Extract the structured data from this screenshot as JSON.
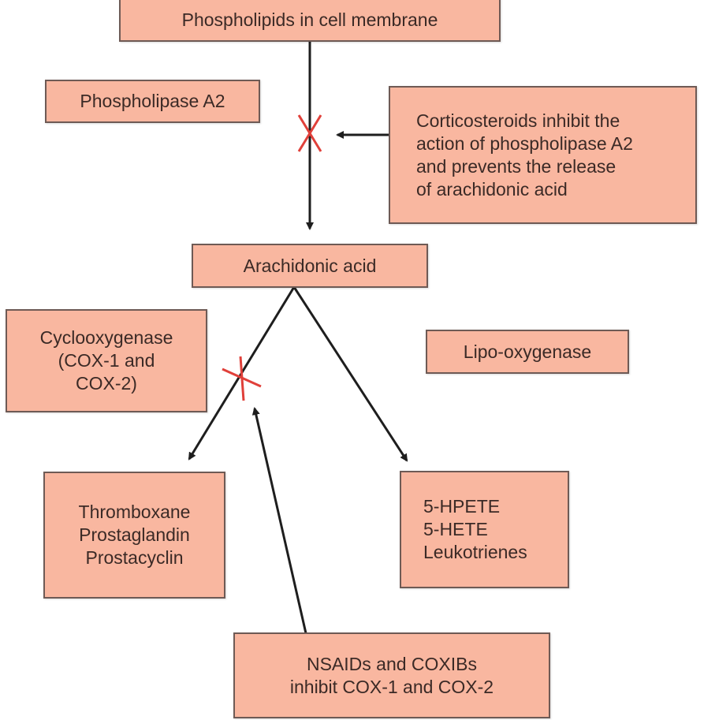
{
  "diagram": {
    "nodes": {
      "phospholipids": {
        "label": "Phospholipids in cell membrane"
      },
      "phospholipase": {
        "label": "Phospholipase A2"
      },
      "corticosteroids": {
        "lines": [
          "Corticosteroids inhibit the",
          "action of phospholipase A2",
          "and prevents the release",
          "of arachidonic acid"
        ]
      },
      "arachidonic": {
        "label": "Arachidonic acid"
      },
      "cyclooxygenase": {
        "lines": [
          "Cyclooxygenase",
          "(COX-1 and",
          "COX-2)"
        ]
      },
      "lipoxygenase": {
        "label": "Lipo-oxygenase"
      },
      "cox_products": {
        "lines": [
          "Thromboxane",
          "Prostaglandin",
          "Prostacyclin"
        ]
      },
      "lox_products": {
        "lines": [
          "5-HPETE",
          "5-HETE",
          "Leukotrienes"
        ]
      },
      "nsaids": {
        "lines": [
          "NSAIDs and COXIBs",
          "inhibit COX-1 and COX-2"
        ]
      }
    },
    "edges": [
      {
        "from": "phospholipids",
        "to": "arachidonic",
        "type": "pathway",
        "blocked": true
      },
      {
        "from": "corticosteroids",
        "to": "phospholipids-pathway",
        "type": "inhibition"
      },
      {
        "from": "arachidonic",
        "to": "cox_products",
        "type": "pathway",
        "blocked": true
      },
      {
        "from": "arachidonic",
        "to": "lox_products",
        "type": "pathway",
        "blocked": false
      },
      {
        "from": "nsaids",
        "to": "cox-pathway",
        "type": "inhibition"
      }
    ],
    "colors": {
      "box_fill": "#f9b7a0",
      "box_border": "#6e5a55",
      "text": "#3b2a26",
      "arrow": "#1e1e1e",
      "block_mark": "#e0403a"
    }
  }
}
